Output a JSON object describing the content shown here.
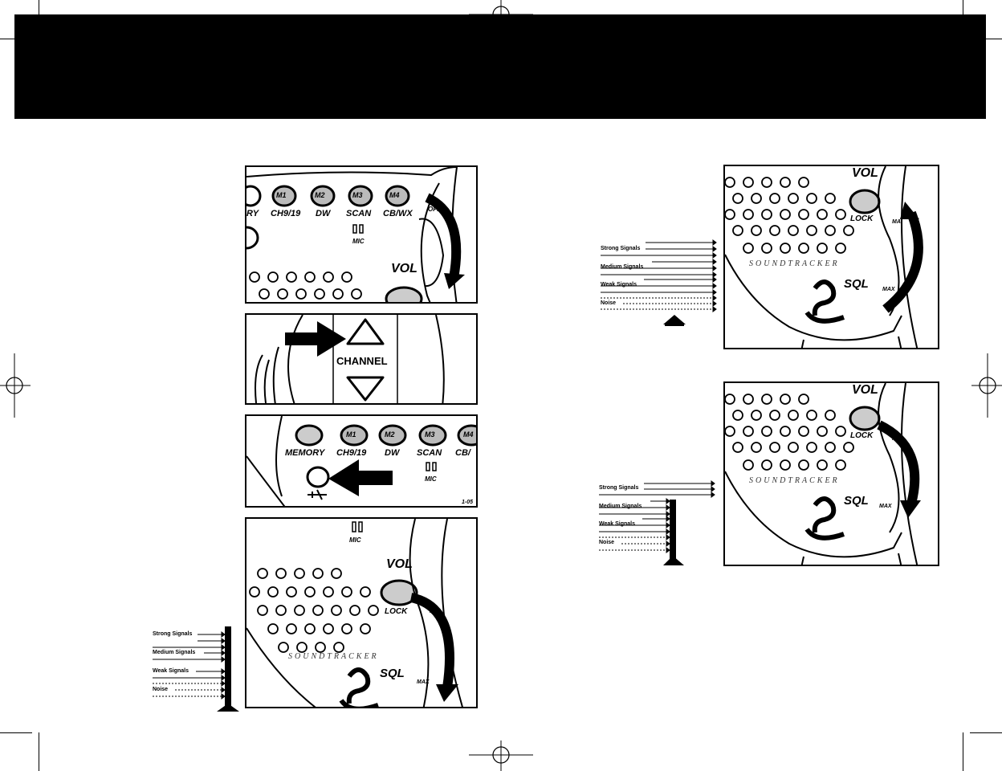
{
  "panel_radio_top": {
    "buttons": [
      "M1",
      "M2",
      "M3",
      "M4"
    ],
    "labels": [
      "RY",
      "CH9/19",
      "DW",
      "SCAN",
      "CB/WX"
    ],
    "mic_label": "MIC",
    "vol_label": "VOL",
    "dial_text": "OFF"
  },
  "panel_channel": {
    "label": "CHANNEL"
  },
  "panel_memory": {
    "buttons": [
      "M1",
      "M2",
      "M3",
      "M4"
    ],
    "labels": [
      "MEMORY",
      "CH9/19",
      "DW",
      "SCAN",
      "CB/"
    ],
    "mic_label": "MIC",
    "corner_text": "1-05"
  },
  "panel_squelch_left": {
    "mic_label": "MIC",
    "vol_label": "VOL",
    "lock_label": "LOCK",
    "sql_label": "SQL",
    "brand": "SOUNDTRACKER",
    "max_label": "MAX",
    "max_top": "MA"
  },
  "panel_squelch_right_top": {
    "vol_label": "VOL",
    "lock_label": "LOCK",
    "sql_label": "SQL",
    "brand": "SOUNDTRACKER",
    "max_label": "MAX",
    "max_top": "MA"
  },
  "panel_squelch_right_bottom": {
    "vol_label": "VOL",
    "lock_label": "LOCK",
    "sql_label": "SQL",
    "brand": "SOUNDTRACKER",
    "max_label": "MAX",
    "max_top": "MA"
  },
  "signal_scale_left": {
    "strong": "Strong Signals",
    "medium": "Medium Signals",
    "weak": "Weak Signals",
    "noise": "Noise"
  },
  "signal_scale_right_top": {
    "strong": "Strong Signals",
    "medium": "Medium Signals",
    "weak": "Weak Signals",
    "noise": "Noise"
  },
  "signal_scale_right_bottom": {
    "strong": "Strong Signals",
    "medium": "Medium Signals",
    "weak": "Weak Signals",
    "noise": "Noise"
  }
}
